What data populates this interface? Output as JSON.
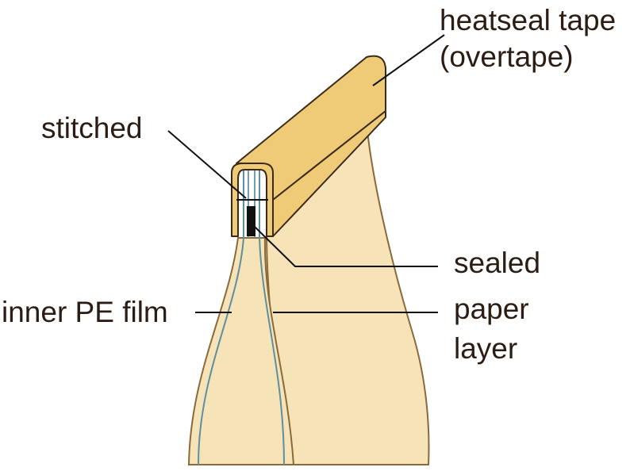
{
  "labels": {
    "heatseal_line1": "heatseal tape",
    "heatseal_line2": "(overtape)",
    "stitched": "stitched",
    "sealed": "sealed",
    "inner_pe_film": "inner PE film",
    "paper_line1": "paper",
    "paper_line2": "layer"
  },
  "colors": {
    "background": "#ffffff",
    "bag_fill": "#f7e3b8",
    "bag_outline": "#8a6a3a",
    "tape_fill": "#efcb78",
    "tape_outline": "#3a2a1a",
    "pe_film": "#5f8fa0",
    "seal": "#111111",
    "leader_line": "#111111",
    "text": "#2b1d14"
  }
}
